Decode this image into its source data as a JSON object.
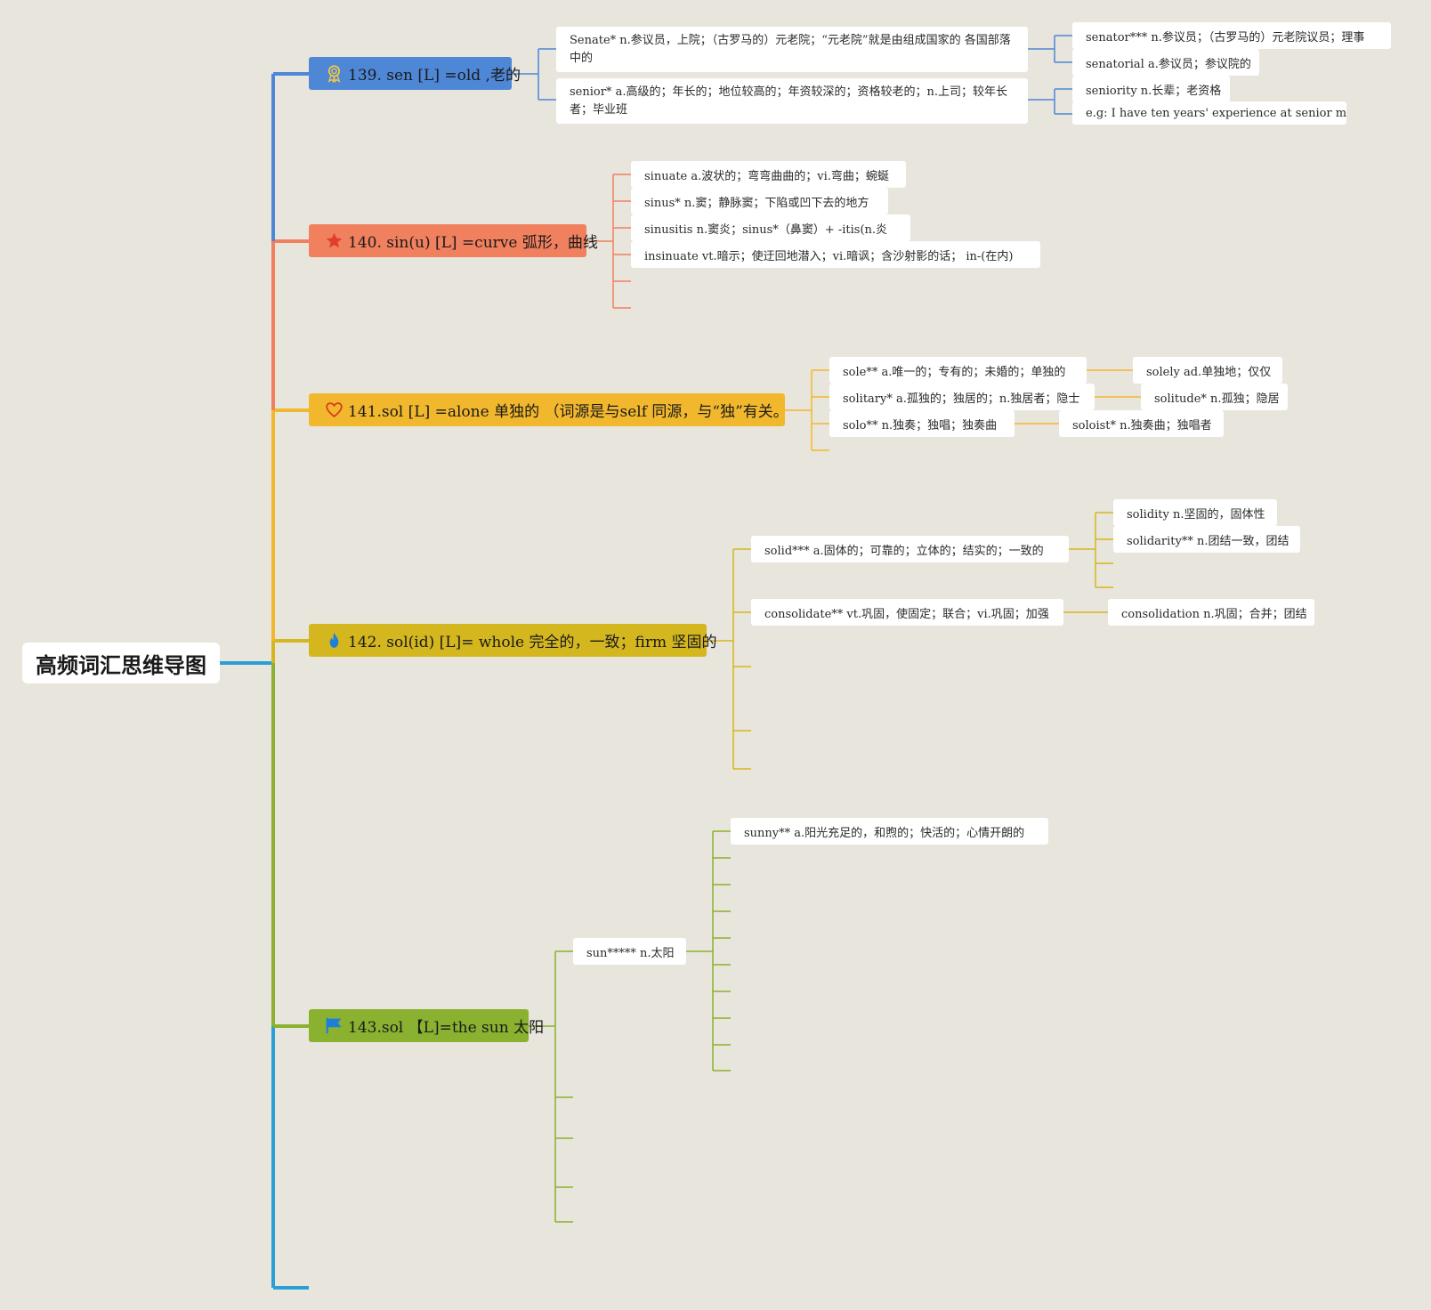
{
  "root": {
    "title": "高频词汇思维导图"
  },
  "colors": {
    "blue": "#4f87d7",
    "orange": "#f0805e",
    "gold": "#f2b82d",
    "olive": "#d4b71f",
    "green": "#8ab12f",
    "trunk": "#2a9fd6"
  },
  "topics": [
    {
      "label": "139. sen [L] =old ,老的",
      "icon": "ribbon-icon"
    },
    {
      "label": "140. sin(u) [L] =curve 弧形，曲线",
      "icon": "star-icon"
    },
    {
      "label": "141.sol [L] =alone 单独的 （词源是与self 同源，与“独”有关。",
      "icon": "heart-icon"
    },
    {
      "label": "142. sol(id) [L]= whole 完全的，一致；firm 坚固的",
      "icon": "flame-icon"
    },
    {
      "label": "143.sol 【L]=the sun 太阳",
      "icon": "flag-icon"
    }
  ],
  "sen": {
    "senate": "Senate* n.参议员，上院；（古罗马的）元老院；“元老院”就是由组成国家的 各国部落中的",
    "senior": "senior* a.高级的；年长的；地位较高的；年资较深的；资格较老的；n.上司；较年长者；毕业班",
    "senator": "senator*** n.参议员；（古罗马的）元老院议员；理事",
    "senatorial": "senatorial a.参议员；参议院的",
    "seniority": "seniority n.长辈；老资格",
    "example": "e.g: I have ten years' experience at senior manage"
  },
  "sin": [
    "sinuate a.波状的；弯弯曲曲的；vi.弯曲；蜿蜒",
    "sinus* n.窦；静脉窦；下陷或凹下去的地方",
    "sinusitis n.窦炎；sinus*（鼻窦）+ -itis(n.炎",
    "insinuate vt.暗示；使迂回地潜入；vi.暗讽；含沙射影的话； in-(在内)"
  ],
  "sol": {
    "sole": "sole** a.唯一的；专有的；未婚的；单独的",
    "solitary": "solitary* a.孤独的；独居的；n.独居者；隐士",
    "solo": "solo** n.独奏；独唱；独奏曲",
    "solely": "solely ad.单独地；仅仅",
    "solitude": "solitude* n.孤独；隐居",
    "soloist": "soloist* n.独奏曲；独唱者"
  },
  "solid": {
    "solid": "solid*** a.固体的；可靠的；立体的；结实的；一致的",
    "consolidate": "consolidate** vt.巩固，使固定；联合；vi.巩固；加强",
    "solidity": "solidity n.坚固的，固体性",
    "solidarity": "solidarity** n.团结一致，团结",
    "consolidation": "consolidation n.巩固；合并；团结"
  },
  "sun": {
    "sun": "sun***** n.太阳",
    "sunny": "sunny** a.阳光充足的，和煦的；快活的；心情开朗的"
  }
}
